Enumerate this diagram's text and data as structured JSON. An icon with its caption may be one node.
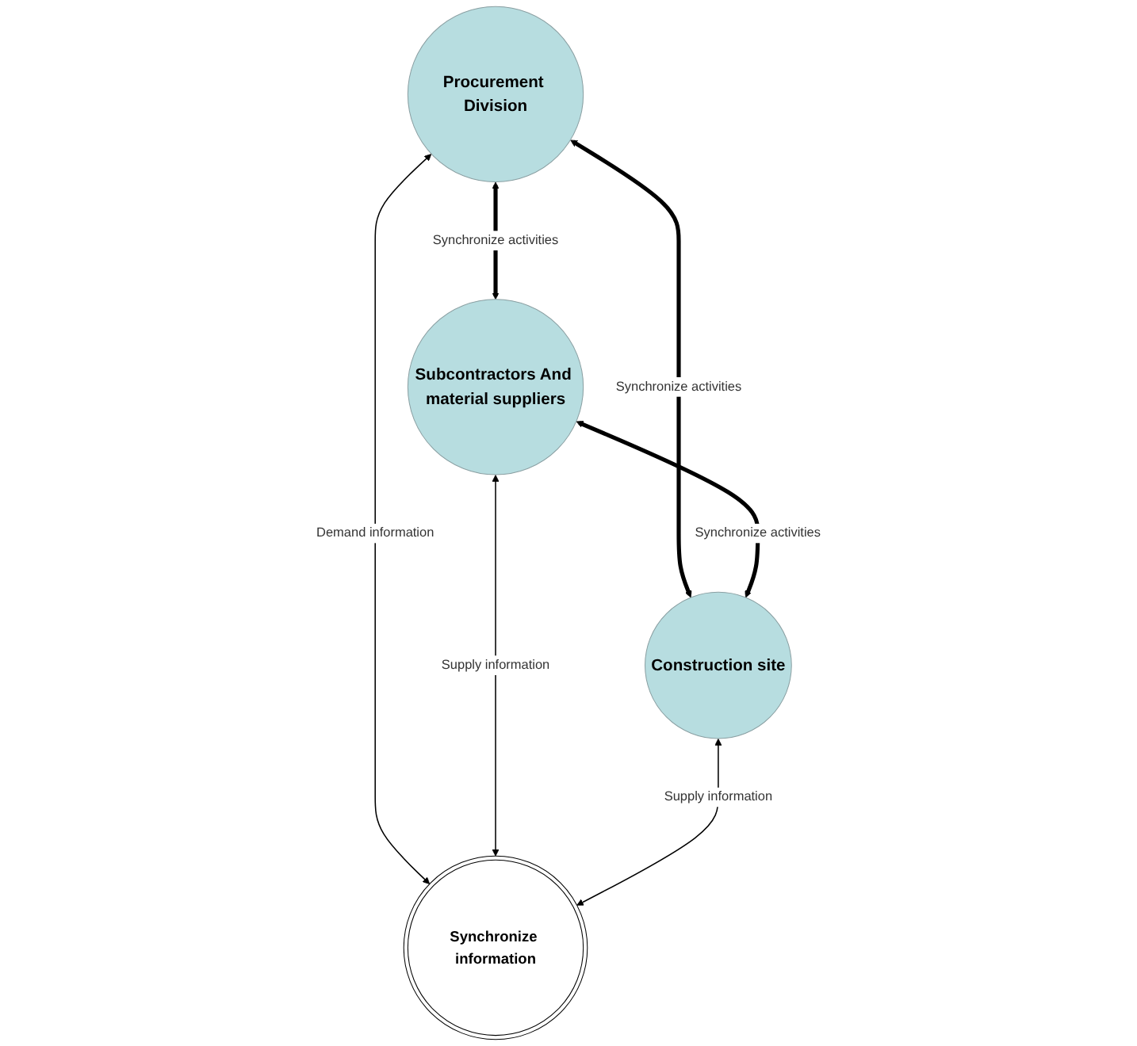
{
  "diagram": {
    "nodes": [
      {
        "text": [
          "Procurement Division"
        ]
      },
      {
        "text": [
          "Synchronize information"
        ]
      },
      {
        "text": [
          "Subcontractors And material suppliers"
        ]
      },
      {
        "text": [
          "Construction site"
        ]
      }
    ],
    "edges": [
      {
        "from": 0,
        "to": 2,
        "arrow": "both",
        "label": "Synchronize activities",
        "style": "thick"
      },
      {
        "from": 0,
        "to": 3,
        "arrow": "both",
        "label": "Synchronize activities",
        "style": "thick"
      },
      {
        "from": 2,
        "to": 3,
        "arrow": "both",
        "label": "Synchronize activities",
        "style": "thick"
      },
      {
        "from": 0,
        "to": 1,
        "arrow": "both",
        "label": "Demand information"
      },
      {
        "from": 2,
        "to": 1,
        "arrow": "both",
        "label": "Supply information"
      },
      {
        "from": 3,
        "to": 1,
        "arrow": "both",
        "label": "Supply information"
      }
    ]
  }
}
